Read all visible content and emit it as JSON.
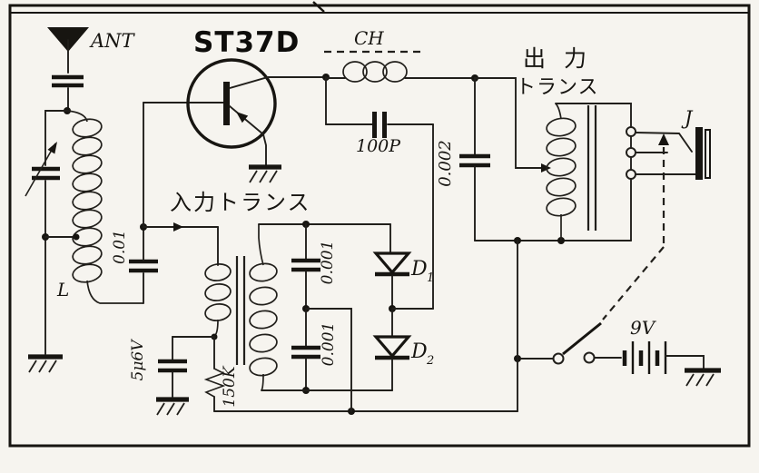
{
  "schematic": {
    "antenna_label": "ANT",
    "transistor_label": "ST37D",
    "choke_label": "CH",
    "rf_bypass_cap": "100P",
    "supply_bypass_cap": "0.002",
    "output_transformer_line1": "出 力",
    "output_transformer_line2": "トランス",
    "jack_label": "J",
    "battery_label": "9V",
    "diode1": {
      "main": "D",
      "sub": "1"
    },
    "diode2": {
      "main": "D",
      "sub": "2"
    },
    "base_coupling_cap": "0.01",
    "input_transformer_label": "入力トランス",
    "detector_cap_upper": "0.001",
    "detector_cap_lower": "0.001",
    "emitter_bypass_cap": "5μ6V",
    "bias_resistor": "150K",
    "tuning_coil_label": "L"
  },
  "colors": {
    "ink": "#211f1b",
    "paper": "#f6f4ef"
  }
}
